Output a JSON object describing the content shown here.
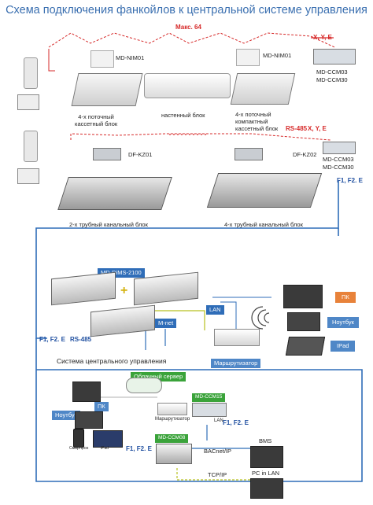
{
  "title": "Схема подключения фанкойлов к центральной системе управления",
  "section1": {
    "max_label": "Макс. 64",
    "xye_top": "X, Y, E",
    "md_nim01_left": "MD-NIM01",
    "md_nim01_right": "MD-NIM01",
    "ccm_top_a": "MD-CCM03",
    "ccm_top_b": "MD-CCM30",
    "cassette4": "4-х поточный\nкассетный блок",
    "wall_unit": "настенный блок",
    "compact_cassette": "4-х поточный\nкомпактный\nкассетный блок"
  },
  "section2": {
    "rs485": "RS-485",
    "xye": "X, Y, E",
    "df_kz01": "DF-KZ01",
    "df_kz02": "DF-KZ02",
    "ccm_a": "MD-CCM03",
    "ccm_b": "MD-CCM30",
    "f1f2e": "F1, F2. E",
    "duct2": "2-х трубный канальный блок",
    "duct4": "4-х трубный канальный блок"
  },
  "section3": {
    "dims": "MD-DiMS-2100",
    "plus": "+",
    "mnet": "M-net",
    "lan": "LAN",
    "f1f2e": "F1, F2. E",
    "rs485": "RS-485",
    "caption": "Система центрального управления",
    "router": "Маршрутизатор",
    "pc": "ПК",
    "notebook": "Ноутбук",
    "ipad": "IPad"
  },
  "section4": {
    "cloud_server": "Облачный сервер",
    "pc": "ПК",
    "notebook": "Ноутбук",
    "smartphone": "Смартфон",
    "ipad": "iPad",
    "router": "Маршрутизатор",
    "ccm15": "MD-CCM15",
    "lan": "LAN",
    "f1f2e_right": "F1, F2. E",
    "ccm08": "MD-CCM08",
    "f1f2e_left": "F1, F2. E",
    "bacnet": "BACnet/IP",
    "tcpip": "TCP/IP",
    "bms": "BMS",
    "pc_lan": "PC in LAN"
  },
  "colors": {
    "title": "#3a6fb0",
    "bus_red": "#d62828",
    "frame_blue": "#2f6db8",
    "tag_green": "#3aa33a",
    "tag_orange": "#e8823a"
  }
}
